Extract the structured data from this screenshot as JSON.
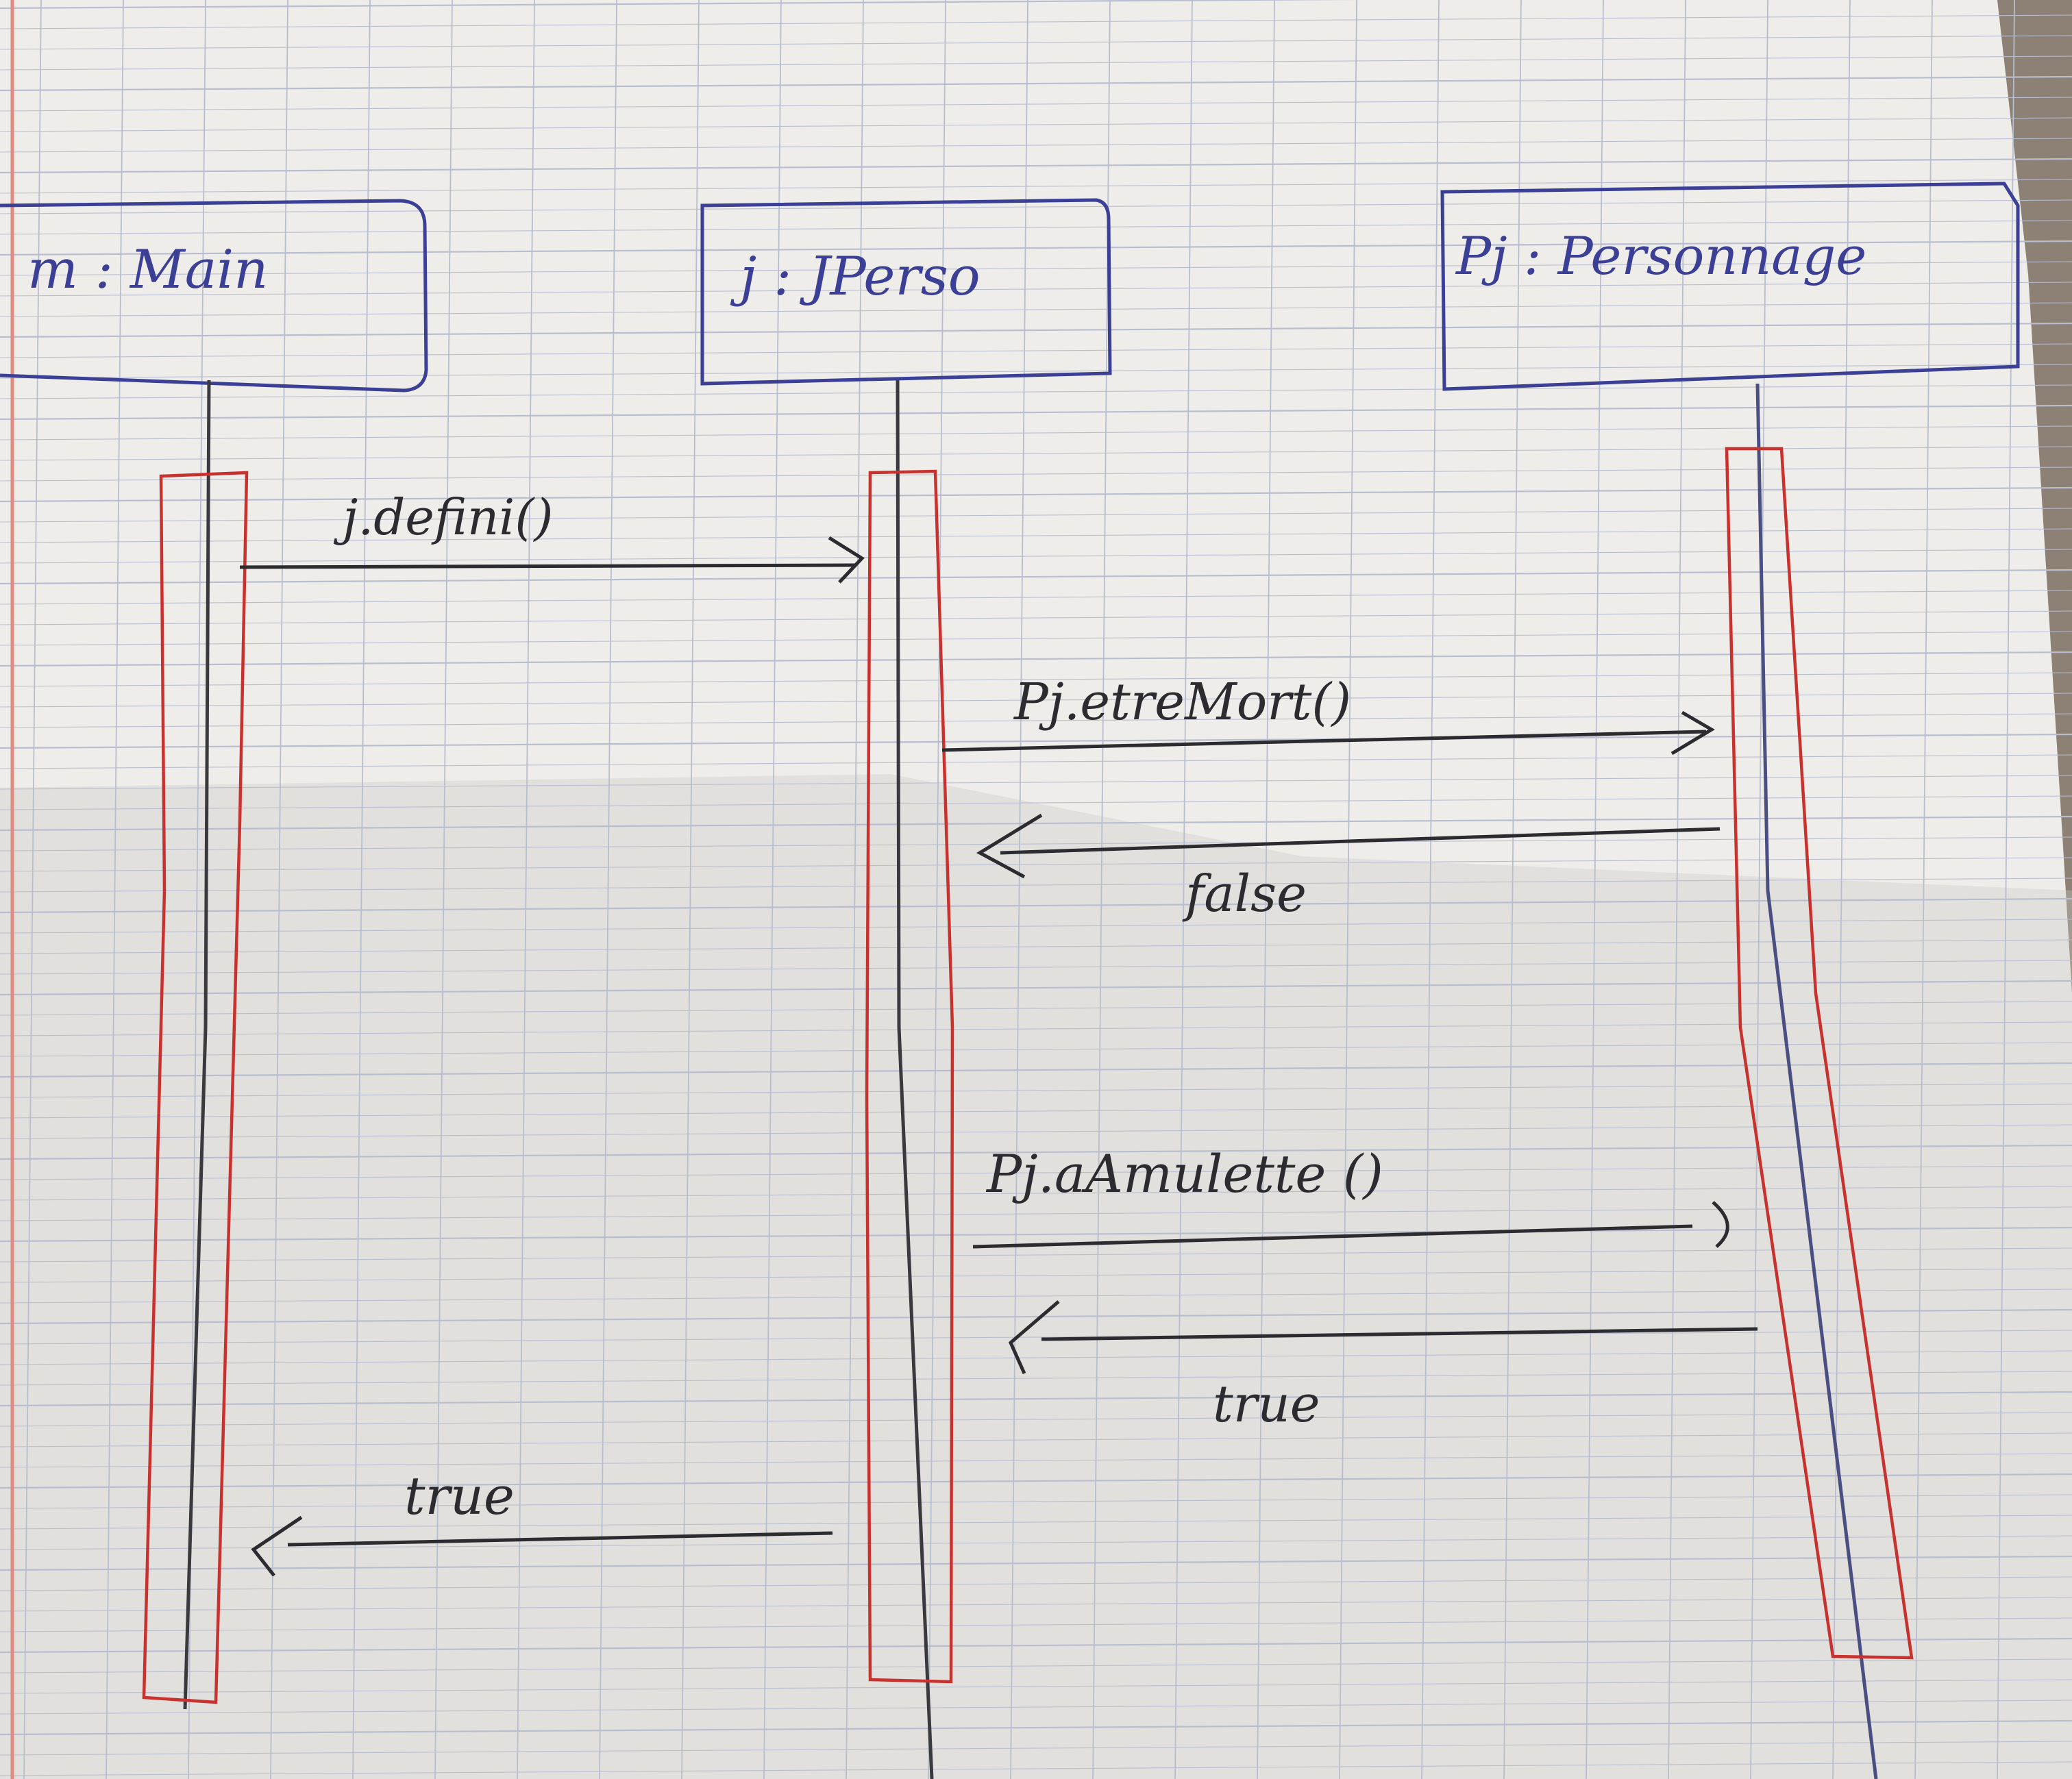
{
  "participants": [
    {
      "id": "m",
      "label": "m : Main"
    },
    {
      "id": "j",
      "label": "j : JPerso"
    },
    {
      "id": "pj",
      "label": "Pj : Personnage"
    }
  ],
  "messages": [
    {
      "label": "j.defini()",
      "from": "m",
      "to": "j",
      "kind": "call"
    },
    {
      "label": "Pj.etreMort()",
      "from": "j",
      "to": "pj",
      "kind": "call"
    },
    {
      "label": "false",
      "from": "pj",
      "to": "j",
      "kind": "return"
    },
    {
      "label": "Pj.aAmulette ()",
      "from": "j",
      "to": "pj",
      "kind": "call"
    },
    {
      "label": "true",
      "from": "pj",
      "to": "j",
      "kind": "return"
    },
    {
      "label": "true",
      "from": "j",
      "to": "m",
      "kind": "return"
    }
  ],
  "colors": {
    "paper": "#eeedea",
    "grid_line": "#b9bdd0",
    "margin_line": "#e08a80",
    "box_ink": "#3b3f96",
    "lifeline_ink": "#3a3a3e",
    "activation_ink": "#c8322e",
    "message_ink": "#2b2b30",
    "shadow": "#c9c8c6",
    "background_corner": "#8c8174"
  }
}
